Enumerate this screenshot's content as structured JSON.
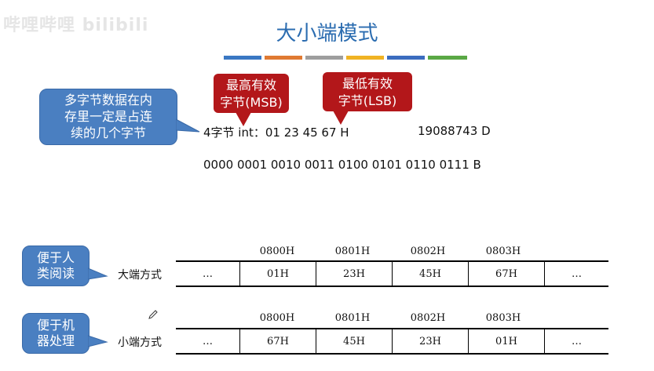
{
  "watermark": "哔哩哔哩 bilibili",
  "title": "大小端模式",
  "color_bars": [
    "#3a78c3",
    "#e07a32",
    "#9e9e9e",
    "#f0b323",
    "#3b6cbf",
    "#5aa845"
  ],
  "callout_msb": "最高有效\n字节(MSB)",
  "callout_lsb": "最低有效\n字节(LSB)",
  "note_multibyte": "多字节数据在内\n存里一定是占连\n续的几个字节",
  "int_line": "4字节 int：01 23 45 67 H",
  "decimal": "19088743 D",
  "binary": "0000 0001 0010 0011 0100 0101 0110 0111  B",
  "note_human": "便于人\n类阅读",
  "note_machine": "便于机\n器处理",
  "big_endian": {
    "label": "大端方式",
    "addresses": [
      "0800H",
      "0801H",
      "0802H",
      "0803H"
    ],
    "cells": [
      "…",
      "01H",
      "23H",
      "45H",
      "67H",
      "…"
    ]
  },
  "little_endian": {
    "label": "小端方式",
    "addresses": [
      "0800H",
      "0801H",
      "0802H",
      "0803H"
    ],
    "cells": [
      "…",
      "67H",
      "45H",
      "23H",
      "01H",
      "…"
    ]
  },
  "icons": {
    "pencil": "pencil-icon"
  }
}
